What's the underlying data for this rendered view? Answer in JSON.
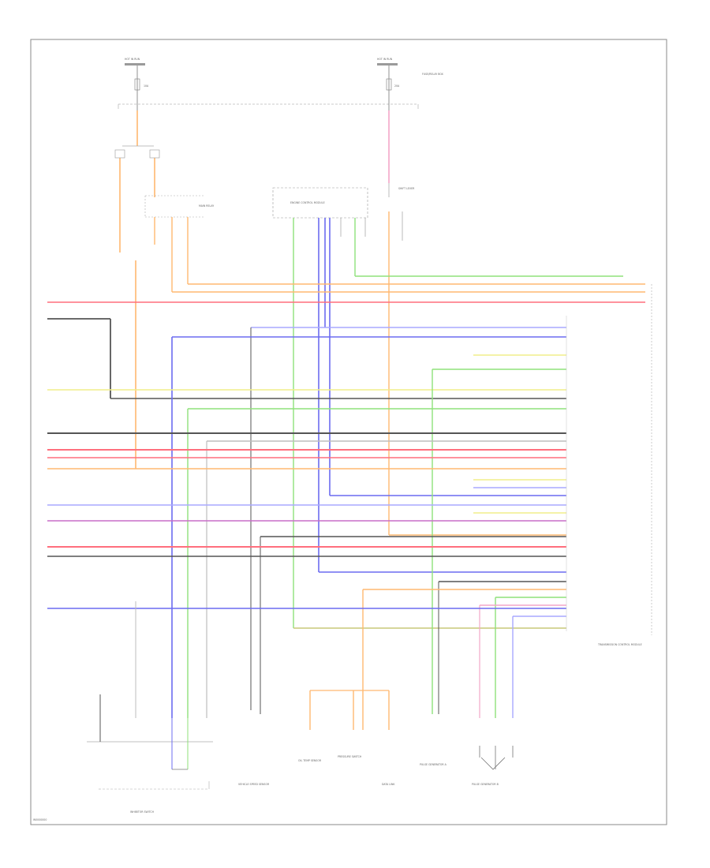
{
  "diagram": {
    "figure_id": "W0000000",
    "fuses": [
      {
        "name": "HOT IN RUN",
        "rating": "10A"
      },
      {
        "name": "HOT IN RUN",
        "rating": "20A"
      }
    ],
    "components": {
      "ecm": "ENGINE CONTROL MODULE",
      "relay": "MAIN RELAY",
      "relay_box": "FUSE/RELAY BOX",
      "tcm": "TRANSMISSION CONTROL MODULE",
      "shift_lever": "SHIFT LEVER",
      "bottom": [
        "INHIBITOR SWITCH",
        "VEHICLE SPEED SENSOR",
        "OIL TEMP SENSOR",
        "PRESSURE SWITCH",
        "DATA LINK",
        "PULSE GENERATOR A",
        "PULSE GENERATOR B"
      ]
    },
    "wire_colors": {
      "red": "#ff6f7d",
      "orange": "#ffb870",
      "yellow": "#f0ee8a",
      "green": "#8fe27a",
      "blue": "#6c6cf0",
      "dark": "#555555",
      "gray": "#bdbdbd",
      "pink": "#f4a6c8",
      "lightblue": "#a9a9ff",
      "olive": "#c8c879"
    }
  }
}
